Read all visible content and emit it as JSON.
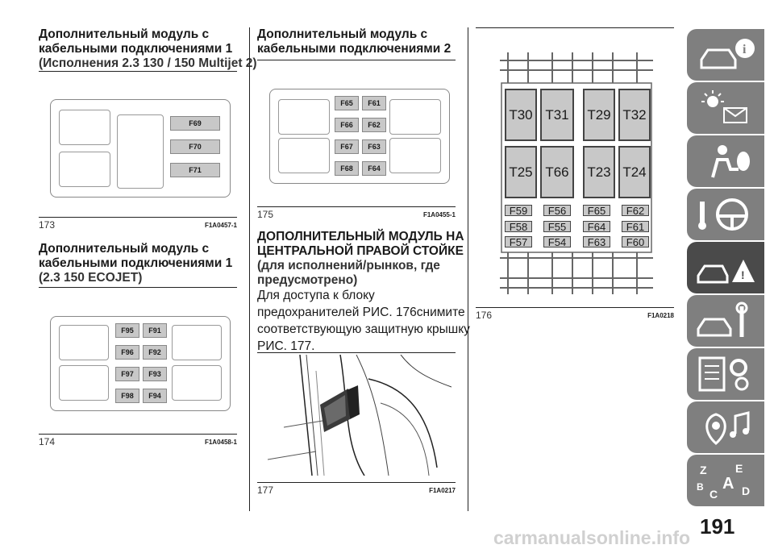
{
  "col1": {
    "h1_line1": "Дополнительный модуль с",
    "h1_line2": "кабельными подключениями 1",
    "h1_sub": "(Исполнения 2.3 130 / 150 Multijet 2)",
    "fig173": {
      "num": "173",
      "code": "F1A0457-1",
      "fuses": [
        "F69",
        "F70",
        "F71"
      ]
    },
    "h2_line1": "Дополнительный модуль с",
    "h2_line2": "кабельными подключениями 1",
    "h2_sub": "(2.3 150 ECOJET)",
    "fig174": {
      "num": "174",
      "code": "F1A0458-1",
      "fuses": [
        [
          "F95",
          "F91"
        ],
        [
          "F96",
          "F92"
        ],
        [
          "F97",
          "F93"
        ],
        [
          "F98",
          "F94"
        ]
      ]
    }
  },
  "col2": {
    "h_line1": "Дополнительный модуль с",
    "h_line2": "кабельными подключениями 2",
    "fig175": {
      "num": "175",
      "code": "F1A0455-1",
      "fuses": [
        [
          "F65",
          "F61"
        ],
        [
          "F66",
          "F62"
        ],
        [
          "F67",
          "F63"
        ],
        [
          "F68",
          "F64"
        ]
      ]
    },
    "section_line1": "ДОПОЛНИТЕЛЬНЫЙ МОДУЛЬ НА",
    "section_line2": "ЦЕНТРАЛЬНОЙ ПРАВОЙ СТОЙКЕ",
    "section_sub1": "(для исполнений/рынков, где",
    "section_sub2": "предусмотрено)",
    "body1": "Для доступа к блоку",
    "body2": "предохранителей РИС. 176снимите",
    "body3": "соответствующую защитную крышку",
    "body4": "РИС. 177.",
    "fig177": {
      "num": "177",
      "code": "F1A0217"
    }
  },
  "col3": {
    "fig176": {
      "num": "176",
      "code": "F1A0218",
      "relays": [
        [
          "T30",
          "T31",
          "T29",
          "T32"
        ],
        [
          "T25",
          "T66",
          "T23",
          "T24"
        ]
      ],
      "fuses": [
        [
          "F59",
          "F56",
          "F65",
          "F62"
        ],
        [
          "F58",
          "F55",
          "F64",
          "F61"
        ],
        [
          "F57",
          "F54",
          "F63",
          "F60"
        ]
      ]
    }
  },
  "sidebar": {
    "tabs": [
      "dashboard-info-icon",
      "warning-lights-icon",
      "safety-airbag-icon",
      "starting-driving-icon",
      "emergency-icon",
      "maintenance-icon",
      "technical-data-icon",
      "multimedia-icon",
      "index-icon"
    ],
    "active_index": 4
  },
  "page_number": "191",
  "watermark": "carmanualsonline.info"
}
